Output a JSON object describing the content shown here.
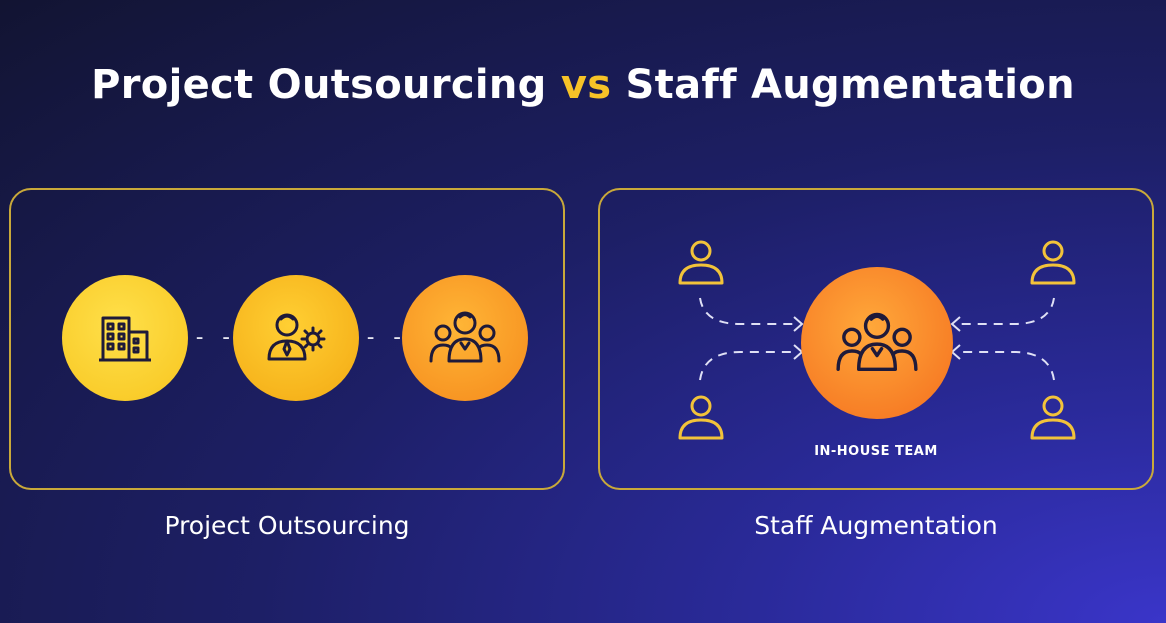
{
  "header": {
    "title_part1": "Project Outsourcing",
    "title_vs": "vs",
    "title_part2": "Staff Augmentation"
  },
  "left_panel": {
    "caption": "Project Outsourcing",
    "steps": [
      {
        "icon": "building-icon"
      },
      {
        "icon": "person-gear-icon"
      },
      {
        "icon": "team-icon"
      }
    ],
    "arrow_text": "- - >"
  },
  "right_panel": {
    "caption": "Staff Augmentation",
    "center_label": "IN-HOUSE TEAM",
    "center_icon": "team-icon",
    "external_icon": "person-icon"
  },
  "colors": {
    "accent_yellow": "#f7c327",
    "panel_border": "#c9a93a",
    "icon_stroke": "#1e1a3a",
    "person_outline": "#f2c33a"
  }
}
